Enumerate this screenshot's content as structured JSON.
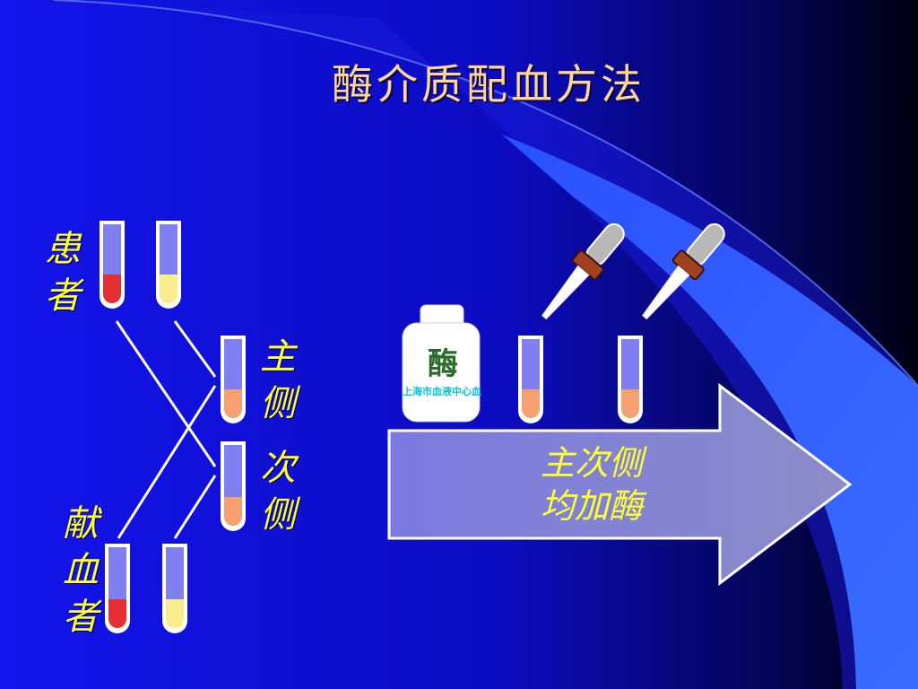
{
  "slide": {
    "title": "酶介质配血方法",
    "labels": {
      "patient": "患者",
      "donor": "献血者",
      "major_side": "主侧",
      "minor_side": "次侧",
      "arrow_text_line1": "主次侧",
      "arrow_text_line2": "均加酶"
    },
    "bottle": {
      "logo": "酶",
      "text": "上海市血液中心血"
    }
  },
  "colors": {
    "background": "#1010e0",
    "title": "#ffd59a",
    "label": "#ffff33",
    "tube_plasma": "#7f7ff0",
    "red_cells": "#e43030",
    "serum": "#f8ec8c",
    "mixed": "#f4a070"
  }
}
